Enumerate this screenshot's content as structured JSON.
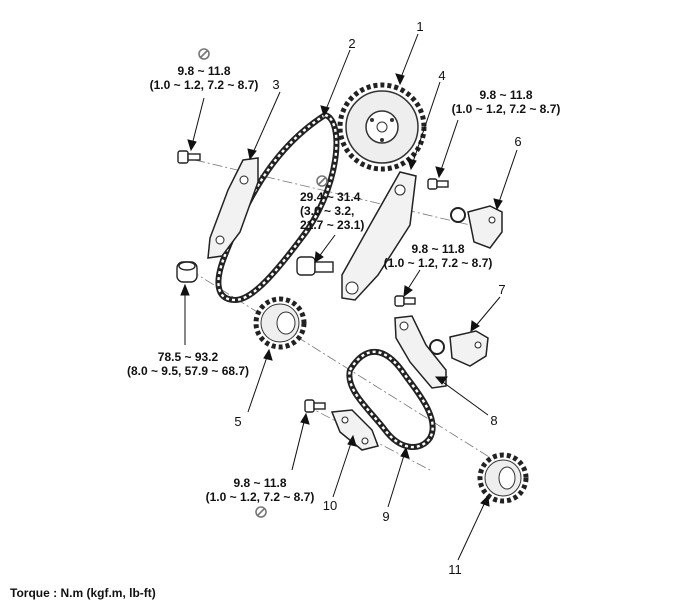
{
  "torques": [
    {
      "line1": "9.8 ~ 11.8",
      "line2": "(1.0 ~ 1.2, 7.2 ~ 8.7)"
    },
    {
      "line1": "9.8 ~ 11.8",
      "line2": "(1.0 ~ 1.2, 7.2 ~ 8.7)"
    },
    {
      "line1": "29.4 ~ 31.4",
      "line2": "(3.0 ~ 3.2,",
      "line3": "21.7 ~ 23.1)"
    },
    {
      "line1": "9.8 ~ 11.8",
      "line2": "(1.0 ~ 1.2, 7.2 ~ 8.7)"
    },
    {
      "line1": "78.5 ~ 93.2",
      "line2": "(8.0 ~ 9.5, 57.9 ~ 68.7)"
    },
    {
      "line1": "9.8 ~ 11.8",
      "line2": "(1.0 ~ 1.2, 7.2 ~ 8.7)"
    }
  ],
  "callouts": [
    "1",
    "2",
    "3",
    "4",
    "5",
    "6",
    "7",
    "8",
    "9",
    "10",
    "11"
  ],
  "footer": "Torque : N.m (kgf.m, lb-ft)",
  "icons": {
    "no_reuse": "no-reuse-icon"
  }
}
